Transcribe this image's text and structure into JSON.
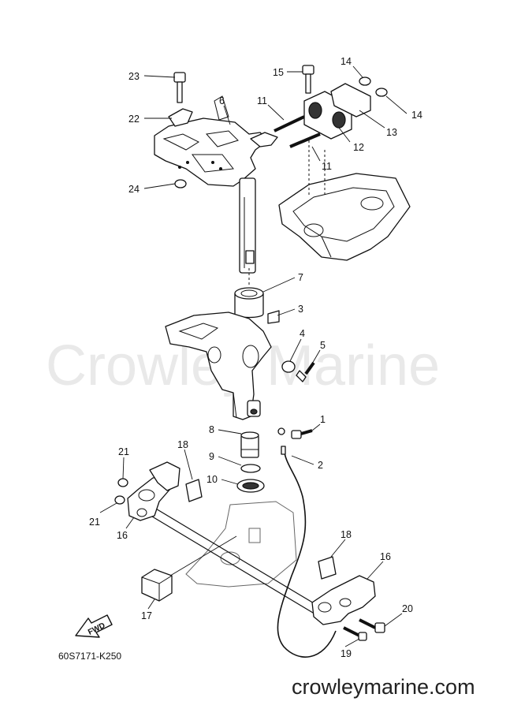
{
  "watermark": "Crowley Marine",
  "footer_url": "crowleymarine.com",
  "diagram_code": "60S7171-K250",
  "fwd_label": "FWD",
  "callouts": [
    {
      "id": "c23",
      "text": "23"
    },
    {
      "id": "c22",
      "text": "22"
    },
    {
      "id": "c24",
      "text": "24"
    },
    {
      "id": "c6",
      "text": "6"
    },
    {
      "id": "c11a",
      "text": "11"
    },
    {
      "id": "c11b",
      "text": "11"
    },
    {
      "id": "c15",
      "text": "15"
    },
    {
      "id": "c14a",
      "text": "14"
    },
    {
      "id": "c14b",
      "text": "14"
    },
    {
      "id": "c13",
      "text": "13"
    },
    {
      "id": "c12",
      "text": "12"
    },
    {
      "id": "c7",
      "text": "7"
    },
    {
      "id": "c3",
      "text": "3"
    },
    {
      "id": "c4",
      "text": "4"
    },
    {
      "id": "c5",
      "text": "5"
    },
    {
      "id": "c1",
      "text": "1"
    },
    {
      "id": "c2",
      "text": "2"
    },
    {
      "id": "c8",
      "text": "8"
    },
    {
      "id": "c9",
      "text": "9"
    },
    {
      "id": "c10",
      "text": "10"
    },
    {
      "id": "c21a",
      "text": "21"
    },
    {
      "id": "c21b",
      "text": "21"
    },
    {
      "id": "c18a",
      "text": "18"
    },
    {
      "id": "c18b",
      "text": "18"
    },
    {
      "id": "c16a",
      "text": "16"
    },
    {
      "id": "c16b",
      "text": "16"
    },
    {
      "id": "c17",
      "text": "17"
    },
    {
      "id": "c20",
      "text": "20"
    },
    {
      "id": "c19",
      "text": "19"
    }
  ]
}
